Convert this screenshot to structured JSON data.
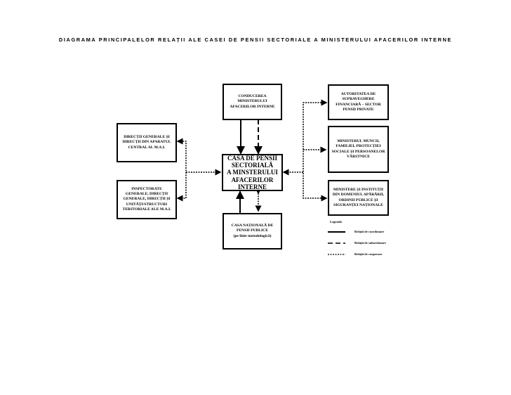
{
  "title": "DIAGRAMA PRINCIPALELOR RELAȚII ALE CASEI DE PENSII SECTORIALE A MINISTERULUI AFACERILOR INTERNE",
  "boxes": {
    "conducerea": "CONDUCEREA\nMINISTERULUI\nAFACERILOR INTERNE",
    "casa": "CASA DE PENSII\nSECTORIALĂ\nA MINSTERULUI\nAFACERILOR\nINTERNE",
    "directii": "DIRECȚII GENERALE ȘI\nDIRECȚII DIN APARATUL\nCENTRAL AL M.A.I.",
    "inspectorate": "INSPECTORATE\nGENERALE, DIRECȚII\nGENERALE, DIRECȚII ȘI\nUNITĂȚI/STRUCTURI\nTERITORIALE ALE M.A.I.",
    "cnpp": "CASA NAȚIONALĂ DE\nPENSII PUBLICE\n(pe linie metodologică)",
    "asf": "AUTORITATEA DE\nSUPRAVEGHERE\nFINANCIARĂ – SECTOR\nPENSII PRIVATE",
    "ministerul_muncii": "MINISTERUL MUNCII,\nFAMILIEI, PROTECȚIEI\nSOCIALE ȘI PERSOANELOR\nVÂRSTNICE",
    "ministere": "MINISTERE ȘI INSTITUȚII\nDIN DOMENIUL APĂRĂRII,\nORDINII PUBLICE ȘI\nSIGURANȚEI NAȚIONALE"
  },
  "legend": {
    "title": "Legendă",
    "items": [
      "Relații de coordonare",
      "Relații de subordonare",
      "Relații de cooperare"
    ]
  }
}
